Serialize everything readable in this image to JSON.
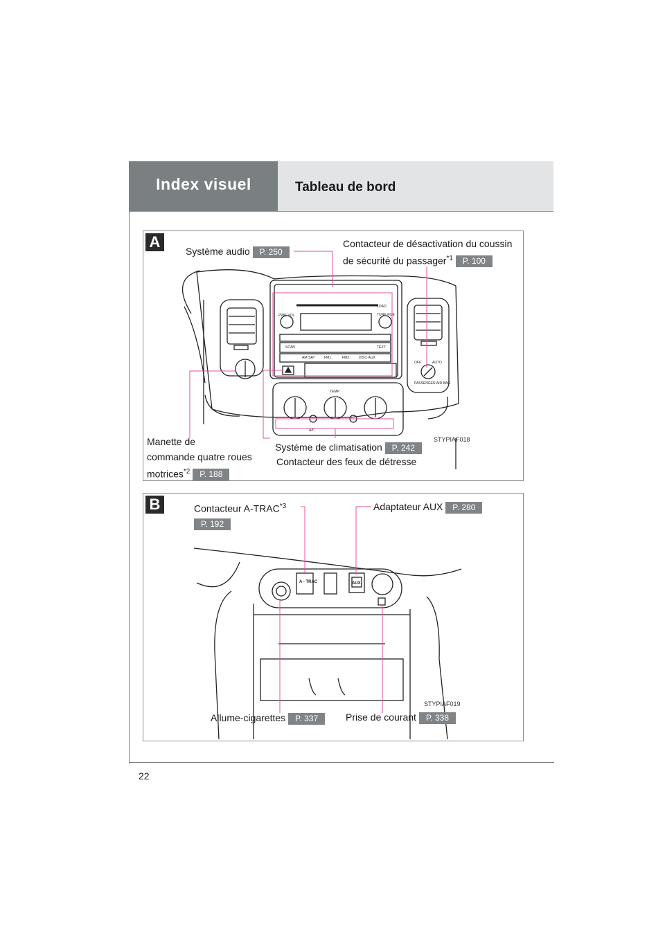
{
  "header": {
    "section_title": "Index visuel",
    "page_title": "Tableau de bord"
  },
  "page_number": "22",
  "panel_a": {
    "marker": "A",
    "figure_id": "STYPIAF018",
    "callouts": {
      "audio": {
        "label": "Système audio",
        "ref": "P. 250"
      },
      "airbag": {
        "line1": "Contacteur de désactivation du coussin",
        "line2": "de sécurité du passager",
        "note": "*1",
        "ref": "P. 100"
      },
      "four_wd": {
        "line1": "Manette de",
        "line2": "commande quatre roues",
        "line3": "motrices",
        "note": "*2",
        "ref": "P. 188"
      },
      "climate": {
        "label": "Système de climatisation",
        "ref": "P. 242"
      },
      "hazard": {
        "label": "Contacteur des feux de détresse"
      }
    },
    "panel_text": {
      "load": "LOAD",
      "tune": "TUNE·FILE",
      "pwr": "PWR·VOL",
      "scan": "SCAN",
      "text": "TEXT",
      "am": "AM·SAT",
      "fm1": "FM1",
      "fm2": "FM2",
      "disc": "DISC·AUX",
      "off": "OFF",
      "auto": "AUTO",
      "airbag": "PASSENGER AIR BAG",
      "temp": "TEMP",
      "ac": "A/C"
    }
  },
  "panel_b": {
    "marker": "B",
    "figure_id": "STYPIAF019",
    "callouts": {
      "atrac": {
        "label": "Contacteur A-TRAC",
        "note": "*3",
        "ref": "P. 192"
      },
      "aux": {
        "label": "Adaptateur AUX",
        "ref": "P. 280"
      },
      "lighter": {
        "label": "Allume-cigarettes",
        "ref": "P. 337"
      },
      "power": {
        "label": "Prise de courant",
        "ref": "P. 338"
      }
    },
    "panel_text": {
      "atrac": "A - TRAC",
      "aux": "AUX"
    }
  },
  "colors": {
    "leader": "#e0509c",
    "header_dark": "#7a7f82",
    "header_light": "#e2e4e5",
    "ref_badge": "#808487"
  }
}
